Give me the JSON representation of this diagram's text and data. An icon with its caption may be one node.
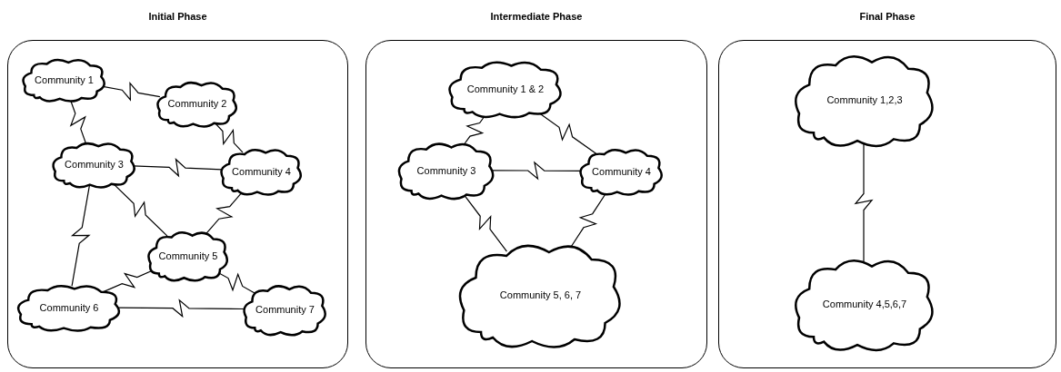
{
  "diagram": {
    "nodes": [
      {
        "text": [
          "Initial Phase"
        ]
      },
      {
        "text": [
          "Community 1"
        ],
        "in": 0
      },
      {
        "text": [
          "Community 2"
        ],
        "in": 0
      },
      {
        "text": [
          "Community 3"
        ],
        "in": 0
      },
      {
        "text": [
          "Community 4"
        ],
        "in": 0
      },
      {
        "text": [
          "Community 5"
        ],
        "in": 0
      },
      {
        "text": [
          "Community 6"
        ],
        "in": 0
      },
      {
        "text": [
          "Community 7"
        ],
        "in": 0
      },
      {
        "text": [
          "Intermediate Phase"
        ]
      },
      {
        "text": [
          "Community 1 & 2"
        ],
        "in": 8
      },
      {
        "text": [
          "Community 3"
        ],
        "in": 8
      },
      {
        "text": [
          "Community 4"
        ],
        "in": 8
      },
      {
        "text": [
          "Community 5, 6, 7"
        ],
        "in": 8
      },
      {
        "text": [
          "Final Phase"
        ]
      },
      {
        "text": [
          "Community 1,2,3"
        ],
        "in": 13
      },
      {
        "text": [
          "Community 4,5,6,7"
        ],
        "in": 13
      }
    ],
    "edges": [
      {
        "from": 1,
        "to": 2,
        "arrow": "none"
      },
      {
        "from": 1,
        "to": 3,
        "arrow": "none"
      },
      {
        "from": 2,
        "to": 4,
        "arrow": "none"
      },
      {
        "from": 3,
        "to": 4,
        "arrow": "none"
      },
      {
        "from": 3,
        "to": 5,
        "arrow": "none"
      },
      {
        "from": 3,
        "to": 6,
        "arrow": "none"
      },
      {
        "from": 4,
        "to": 5,
        "arrow": "none"
      },
      {
        "from": 5,
        "to": 6,
        "arrow": "none"
      },
      {
        "from": 5,
        "to": 7,
        "arrow": "none"
      },
      {
        "from": 6,
        "to": 7,
        "arrow": "none"
      },
      {
        "from": 9,
        "to": 10,
        "arrow": "none"
      },
      {
        "from": 9,
        "to": 11,
        "arrow": "none"
      },
      {
        "from": 10,
        "to": 11,
        "arrow": "none"
      },
      {
        "from": 10,
        "to": 12,
        "arrow": "none"
      },
      {
        "from": 11,
        "to": 12,
        "arrow": "none"
      },
      {
        "from": 14,
        "to": 15,
        "arrow": "none"
      }
    ]
  }
}
